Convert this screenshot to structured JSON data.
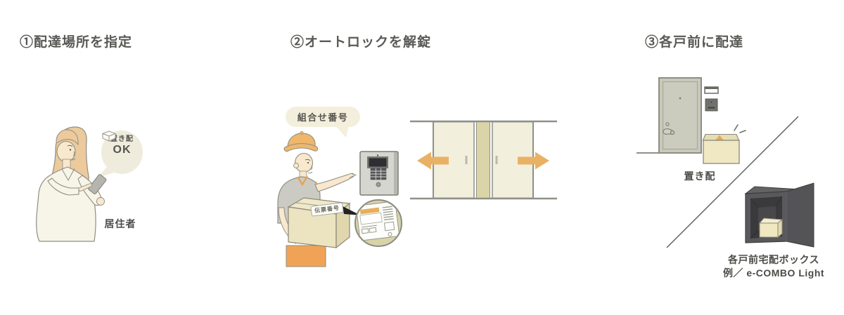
{
  "steps": {
    "step1_title": "①配達場所を指定",
    "step2_title": "②オートロックを解錠",
    "step3_title": "③各戸前に配達"
  },
  "step1": {
    "bubble_line1": "置き配",
    "bubble_line2": "OK",
    "bubble_icon": "package-box-icon",
    "caption": "居住者"
  },
  "step2": {
    "bubble_label": "組合せ番号",
    "package_label": "伝票番号"
  },
  "step3": {
    "okihai_caption": "置き配",
    "box_caption_line1": "各戸前宅配ボックス",
    "box_caption_line2": "例／ e-COMBO Light"
  },
  "colors": {
    "accent_orange": "#e9b164",
    "cap_pants_orange": "#f0a356",
    "bubble_cream": "#efecdd",
    "door_panel_cream": "#f2efdd",
    "cardboard": "#ece4c0",
    "dark_delivery_box": "#59595c",
    "structure_line_gray": "#8f9089",
    "title_text": "#595956",
    "caption_text": "#4b4b47"
  }
}
